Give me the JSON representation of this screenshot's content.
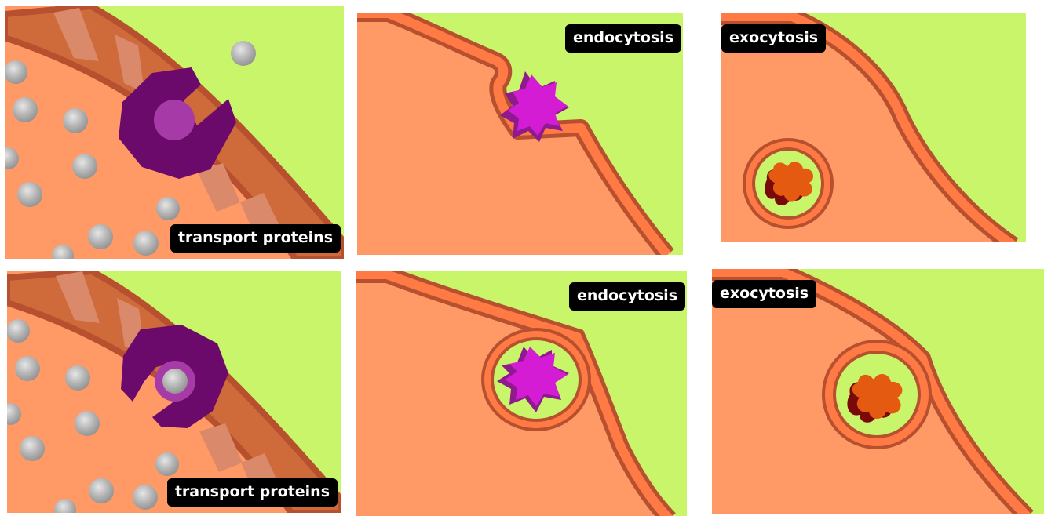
{
  "panels": {
    "top_left": {
      "caption": "transport proteins"
    },
    "top_middle": {
      "caption": "endocytosis"
    },
    "top_right": {
      "caption": "exocytosis"
    },
    "bottom_left": {
      "caption": "transport proteins"
    },
    "bottom_middle": {
      "caption": "endocytosis"
    },
    "bottom_right": {
      "caption": "exocytosis"
    }
  },
  "colors": {
    "extracellular": "#c8f56a",
    "cytoplasm": "#ff9a66",
    "membrane_fill": "#ff7a45",
    "membrane_outline": "#b7502e",
    "membrane_band_dark": "#cf6a3a",
    "membrane_band_light": "#da8a6a",
    "transport_protein": "#6b0a6b",
    "protein_channel": "#a63aa6",
    "particle": "#b3b3b3",
    "cargo_magenta": "#d41cd4",
    "cargo_purple": "#8e1a8e",
    "cargo_orange": "#e45a10",
    "cargo_dark_red": "#7a0a0a",
    "caption_bg": "#000000",
    "caption_text": "#ffffff"
  }
}
